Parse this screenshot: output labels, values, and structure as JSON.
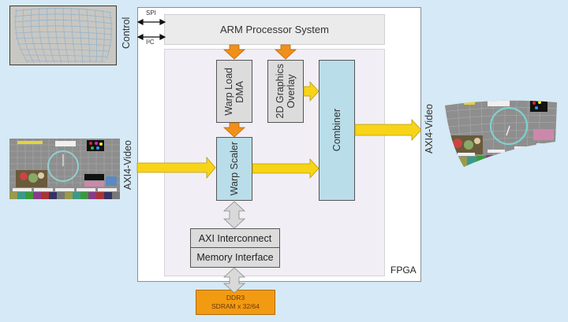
{
  "diagram": {
    "fpga_label": "FPGA",
    "arm_label": "ARM Processor System",
    "control_label": "Control",
    "spi_label": "SPI",
    "i2c_label": "I²C",
    "input_video_label": "AXI4-Video",
    "output_video_label": "AXI4-Video",
    "blocks": {
      "warp_load_dma": "Warp Load\nDMA",
      "graphics_overlay": "2D Graphics\nOverlay",
      "combiner": "Combiner",
      "warp_scaler": "Warp Scaler",
      "axi_interconnect": "AXI Interconnect",
      "memory_interface": "Memory Interface"
    },
    "ddr": {
      "line1": "DDR3",
      "line2": "SDRAM x 32/64"
    },
    "images": {
      "warp_grid": "distorted-calibration-grid-image",
      "input_frame": "test-pattern-input-image",
      "output_frame": "warped-test-pattern-output-image"
    }
  },
  "colors": {
    "background": "#d5e9f6",
    "video_arrow": "#f7d417",
    "control_arrow": "#f0901a",
    "memory_arrow": "#d9d9d9",
    "processing_block": "#b9dde9",
    "dma_block": "#dcdcdc",
    "ddr_block": "#f29a12"
  }
}
